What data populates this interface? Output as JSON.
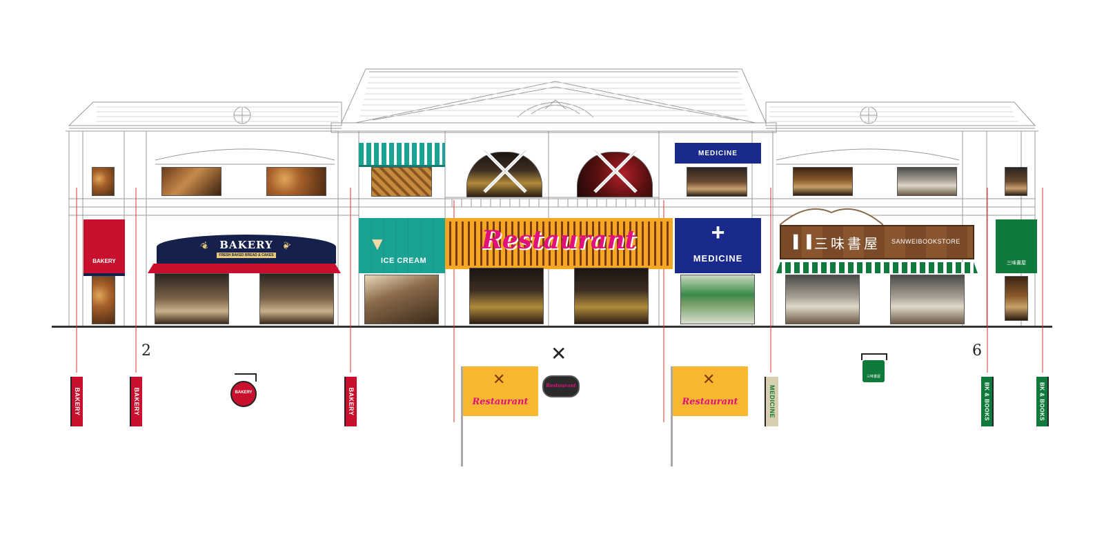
{
  "colors": {
    "bakery_red": "#c8102e",
    "bakery_navy": "#15214a",
    "teal": "#1aa392",
    "orange": "#f5a623",
    "magenta": "#e0117a",
    "medicine_blue": "#1a2a8c",
    "book_green": "#0f7a3c",
    "flag_yellow": "#f7b731"
  },
  "bakery": {
    "banner_label": "BAKERY",
    "tagline": "FRESH BAKED BREAD & CAKES",
    "small_label": "BAKERY",
    "blade_label": "BAKERY",
    "round_sign_label": "BAKERY"
  },
  "icecream": {
    "label": "ICE CREAM"
  },
  "restaurant": {
    "main_label": "Restaurant",
    "flag_label": "Restaurant",
    "hanging_label": "Restaurant"
  },
  "medicine": {
    "awning_label": "MEDICINE",
    "main_label": "MEDICINE",
    "blade_label": "MEDICINE"
  },
  "bookstore": {
    "chinese_name": "三味書屋",
    "english_name": "SANWEIBOOKSTORE",
    "side_name": "三味書屋",
    "hanging_name": "三味書屋",
    "blade_label": "BK & BOOKS"
  },
  "markers": {
    "left": "2",
    "right": "6"
  },
  "icons": [
    "windmill-icon",
    "wheat-icon",
    "ice-cream-cone-icon",
    "cross-icon",
    "book-logo-icon"
  ]
}
